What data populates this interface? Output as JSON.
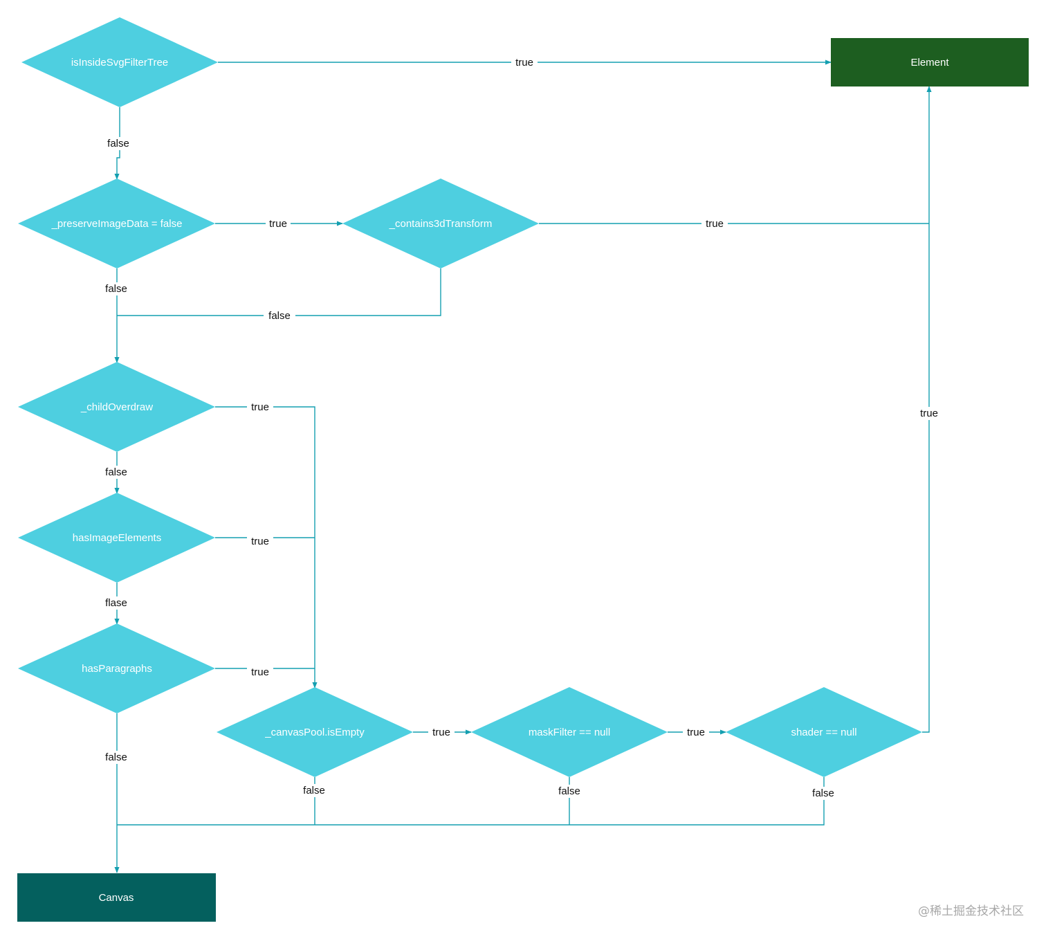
{
  "nodes": {
    "isInsideSvgFilterTree": "isInsideSvgFilterTree",
    "preserveImageData": "_preserveImageData = false",
    "contains3dTransform": "_contains3dTransform",
    "childOverdraw": "_childOverdraw",
    "hasImageElements": "hasImageElements",
    "hasParagraphs": "hasParagraphs",
    "canvasPoolIsEmpty": "_canvasPool.isEmpty",
    "maskFilterNull": "maskFilter == null",
    "shaderNull": "shader == null",
    "element": "Element",
    "canvas": "Canvas"
  },
  "edge_labels": {
    "svg_true": "true",
    "svg_false": "false",
    "preserve_true": "true",
    "preserve_false": "false",
    "contains3d_true": "true",
    "contains3d_false": "false",
    "overdraw_true": "true",
    "overdraw_false": "false",
    "image_true": "true",
    "image_false": "flase",
    "paragraphs_true": "true",
    "paragraphs_false": "false",
    "pool_true": "true",
    "pool_false": "false",
    "mask_true": "true",
    "mask_false": "false",
    "shader_true": "true",
    "shader_false": "false"
  },
  "colors": {
    "decision": "#4ecfe0",
    "element_box": "#1d5e20",
    "canvas_box": "#04605e",
    "edge": "#149fb0"
  },
  "watermark": "@稀土掘金技术社区"
}
